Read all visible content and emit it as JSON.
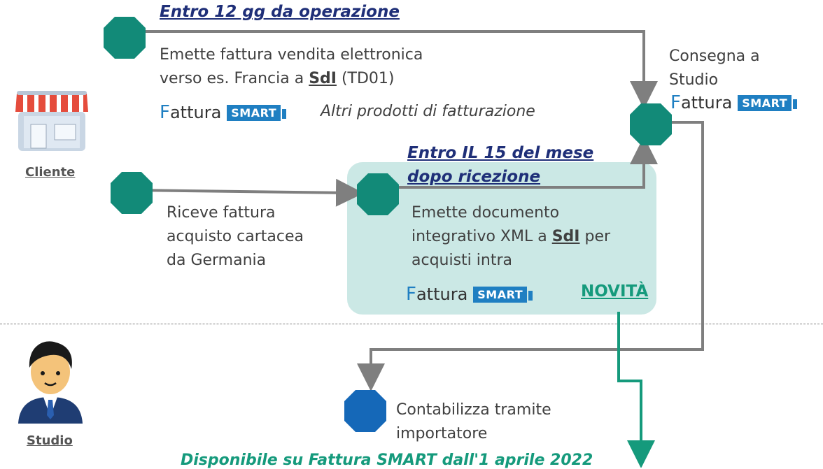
{
  "headings": {
    "client_deadline": "Entro 12 gg da operazione",
    "integration_deadline_line1": "Entro IL 15 del mese",
    "integration_deadline_line2": "dopo ricezione"
  },
  "steps": {
    "emit_invoice_line1": "Emette fattura vendita elettronica",
    "emit_invoice_line2_pre": "verso es. Francia a ",
    "emit_invoice_sdi": "SdI",
    "emit_invoice_code": " (TD01)",
    "alt_products": "Altri prodotti di fatturazione",
    "receive_line1": "Riceve fattura",
    "receive_line2": "acquisto cartacea",
    "receive_line3": "da Germania",
    "integrative_line1": "Emette documento",
    "integrative_line2_pre": "integrativo XML a ",
    "integrative_sdi": "SdI",
    "integrative_line2_post": " per",
    "integrative_line3": "acquisti intra",
    "deliver_line1": "Consegna a",
    "deliver_line2": "Studio",
    "account_line1": "Contabilizza tramite",
    "account_line2": "importatore"
  },
  "brand": {
    "f": "F",
    "word": "attura",
    "smart": "SMART"
  },
  "badge": {
    "novita": "NOVITÀ"
  },
  "roles": {
    "client": "Cliente",
    "studio": "Studio"
  },
  "footnote": "Disponibile su Fattura SMART dall'1 aprile 2022",
  "colors": {
    "node_green": "#128a78",
    "node_blue": "#1568b8",
    "arrow_gray": "#7f7f7f",
    "arrow_green": "#159a7c",
    "heading_blue": "#1f2f78",
    "brand_blue": "#1f7fc2",
    "box_fill": "#cbe8e5"
  },
  "icons": {
    "client": "storefront-icon",
    "studio": "businessman-icon"
  }
}
